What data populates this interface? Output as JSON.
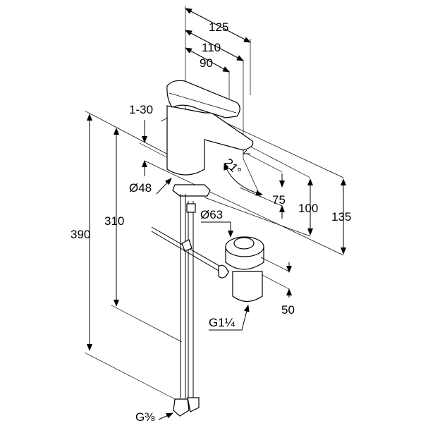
{
  "title": "Basin mixer dimension drawing",
  "dimensions": {
    "d125": "125",
    "d110": "110",
    "d90": "90",
    "d1_30": "1-30",
    "angle": "21°",
    "dia48": "Ø48",
    "dia63": "Ø63",
    "d75": "75",
    "d100": "100",
    "d135": "135",
    "d390": "390",
    "d310": "310",
    "d50": "50",
    "g114": "G1¼",
    "g38": "G⅜"
  },
  "colors": {
    "line": "#000000",
    "background": "#ffffff"
  }
}
